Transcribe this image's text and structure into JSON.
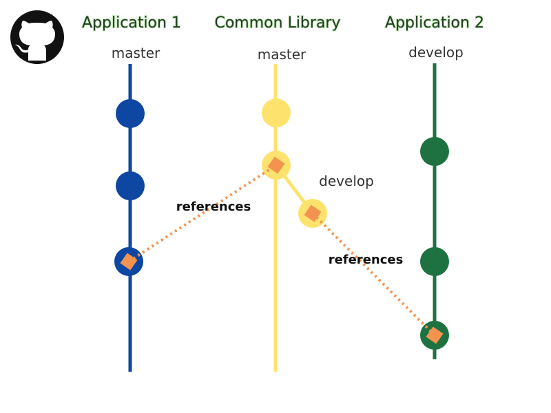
{
  "logo": {
    "icon": "github-icon"
  },
  "repos": [
    {
      "id": "app1",
      "title": "Application 1",
      "branch": "master",
      "color": "#0d47a1"
    },
    {
      "id": "lib",
      "title": "Common Library",
      "branch": "master",
      "side_branch": "develop",
      "color": "#fde26d"
    },
    {
      "id": "app2",
      "title": "Application 2",
      "branch": "develop",
      "color": "#1e7241"
    }
  ],
  "references": [
    {
      "label": "references",
      "from": "app1.commit3",
      "to": "lib.commit2"
    },
    {
      "label": "references",
      "from": "lib.develop.commit1",
      "to": "app2.commit3"
    }
  ],
  "marker_color": "#f4934f"
}
